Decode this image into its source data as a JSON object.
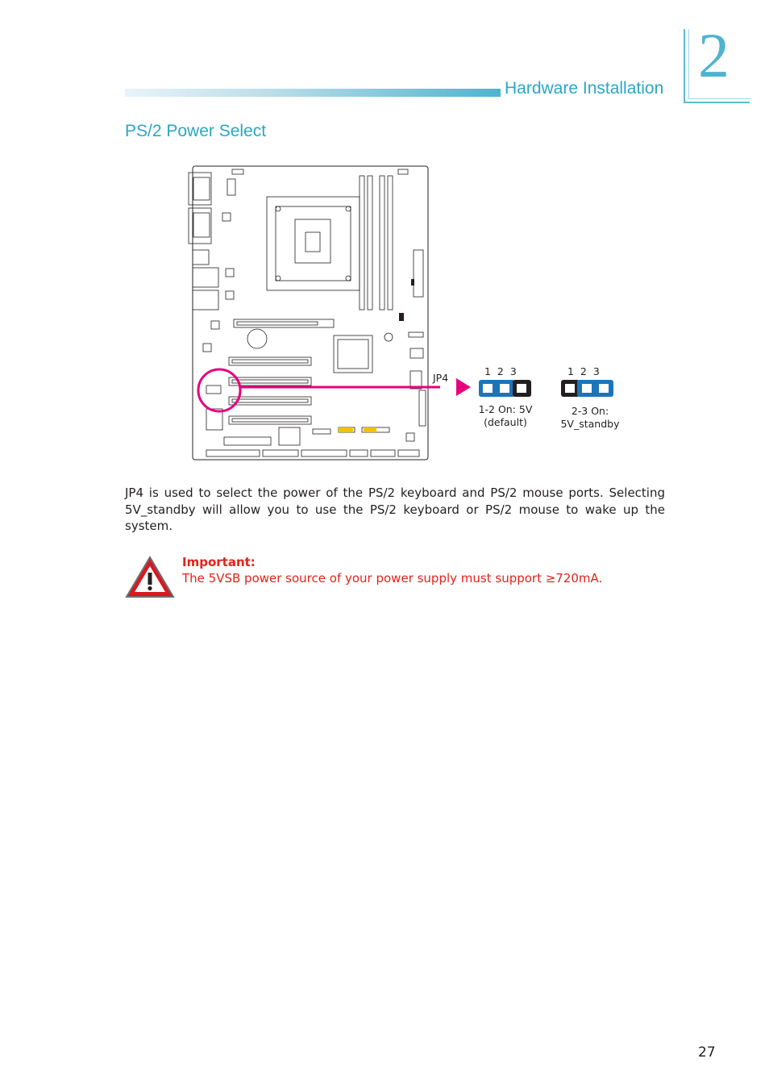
{
  "header": {
    "title": "Hardware Installation",
    "chapter": "2"
  },
  "section": {
    "title": "PS/2 Power Select"
  },
  "diagram": {
    "jumper_label": "JP4",
    "pin_numbers_a": "1 2 3",
    "pin_numbers_b": "1 2 3",
    "option_a_line1": "1-2 On: 5V",
    "option_a_line2": "(default)",
    "option_b_line1": "2-3 On:",
    "option_b_line2": "5V_standby",
    "colors": {
      "jumper_blue": "#1b75bb",
      "jumper_black": "#231f20",
      "highlight": "#e6007e"
    }
  },
  "body": {
    "paragraph": "JP4 is used to select the power of the PS/2 keyboard and PS/2 mouse ports. Selecting 5V_standby will allow you to use the PS/2 keyboard or PS/2 mouse to wake up the system."
  },
  "important": {
    "icon": "warning-triangle-icon",
    "label": "Important:",
    "text": "The 5VSB power source of your power supply must support ≥720mA."
  },
  "footer": {
    "page_number": "27"
  }
}
